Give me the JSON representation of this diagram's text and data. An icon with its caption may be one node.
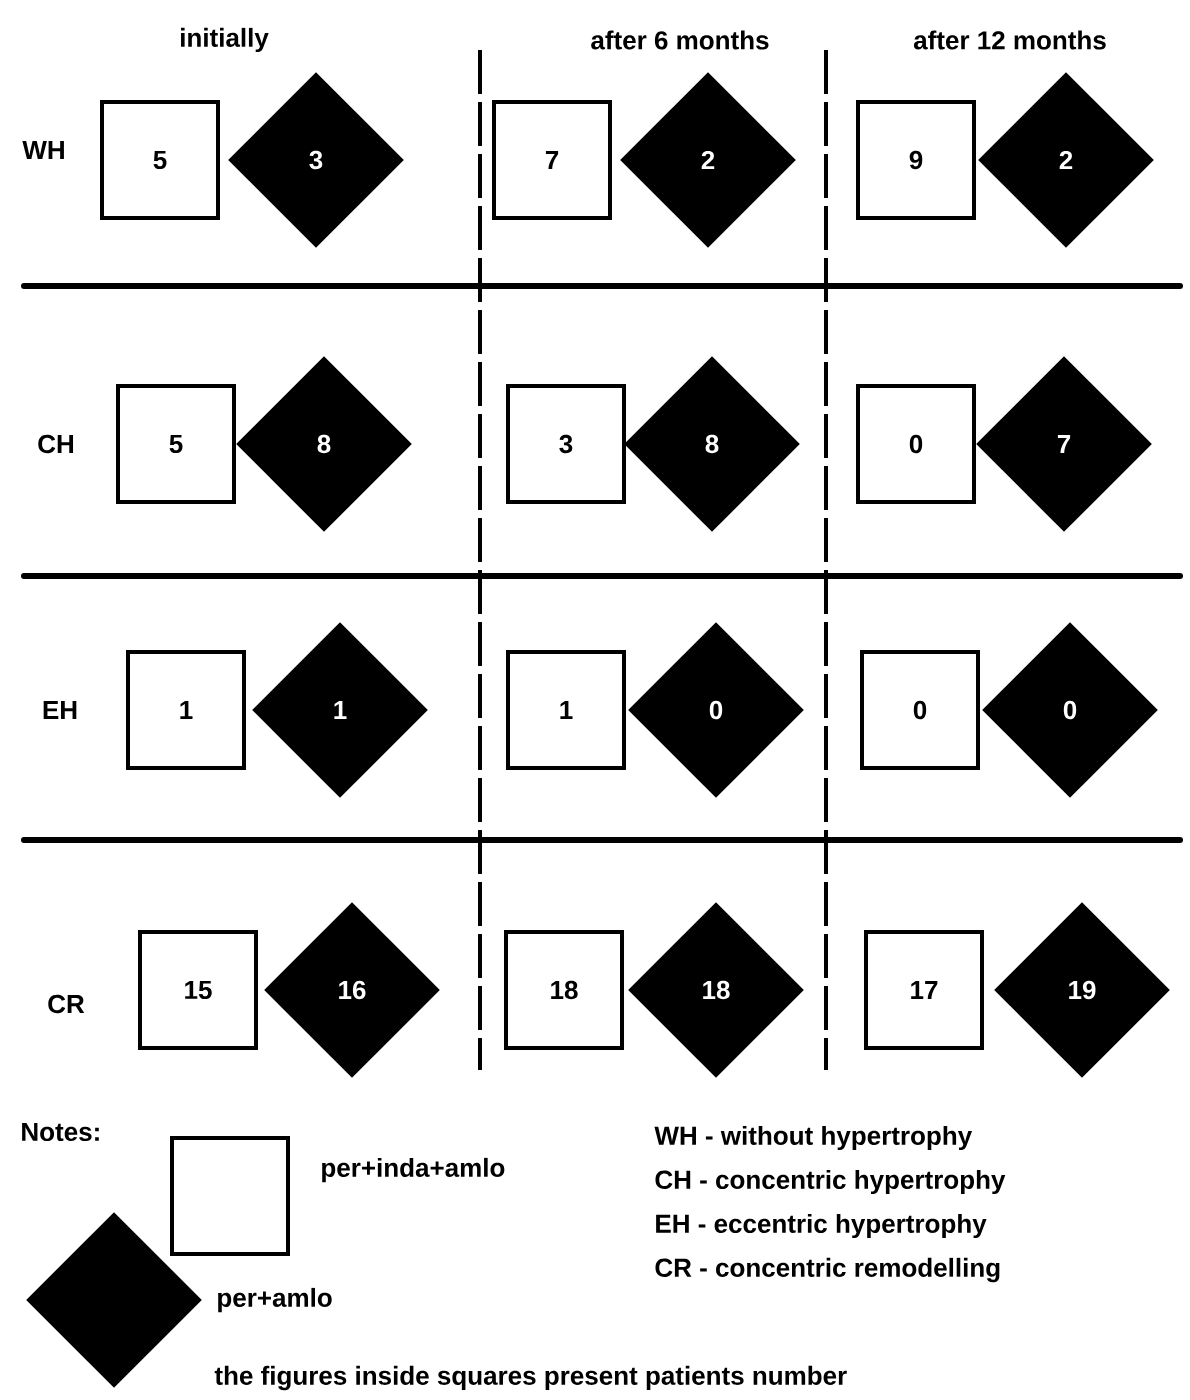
{
  "diagram": {
    "nodes": [
      {
        "text": [
          "5"
        ]
      },
      {
        "text": [
          "3"
        ]
      },
      {
        "text": [
          "7"
        ]
      },
      {
        "text": [
          "2"
        ]
      },
      {
        "text": [
          "9"
        ]
      },
      {
        "text": [
          "2"
        ]
      },
      {
        "text": [
          "5"
        ]
      },
      {
        "text": [
          "8"
        ]
      },
      {
        "text": [
          "3"
        ]
      },
      {
        "text": [
          "8"
        ]
      },
      {
        "text": [
          "0"
        ]
      },
      {
        "text": [
          "7"
        ]
      },
      {
        "text": [
          "1"
        ]
      },
      {
        "text": [
          "1"
        ]
      },
      {
        "text": [
          "1"
        ]
      },
      {
        "text": [
          "0"
        ]
      },
      {
        "text": [
          "0"
        ]
      },
      {
        "text": [
          "0"
        ]
      },
      {
        "text": [
          "15"
        ]
      },
      {
        "text": [
          "16"
        ]
      },
      {
        "text": [
          "18"
        ]
      },
      {
        "text": [
          "18"
        ]
      },
      {
        "text": [
          "17"
        ]
      },
      {
        "text": [
          "19"
        ]
      }
    ],
    "labels": [
      "initially",
      "after 6 months",
      "after 12 months",
      "WH",
      "CH",
      "EH",
      "CR",
      "Notes:",
      "WH - without hypertrophy",
      "CH - concentric hypertrophy",
      "EH - eccentric hypertrophy",
      "CR - concentric remodelling",
      "the figures inside squares present patients number"
    ],
    "legend": [
      {
        "text": "per+inda+amlo"
      },
      {
        "text": "per+amlo"
      }
    ]
  }
}
